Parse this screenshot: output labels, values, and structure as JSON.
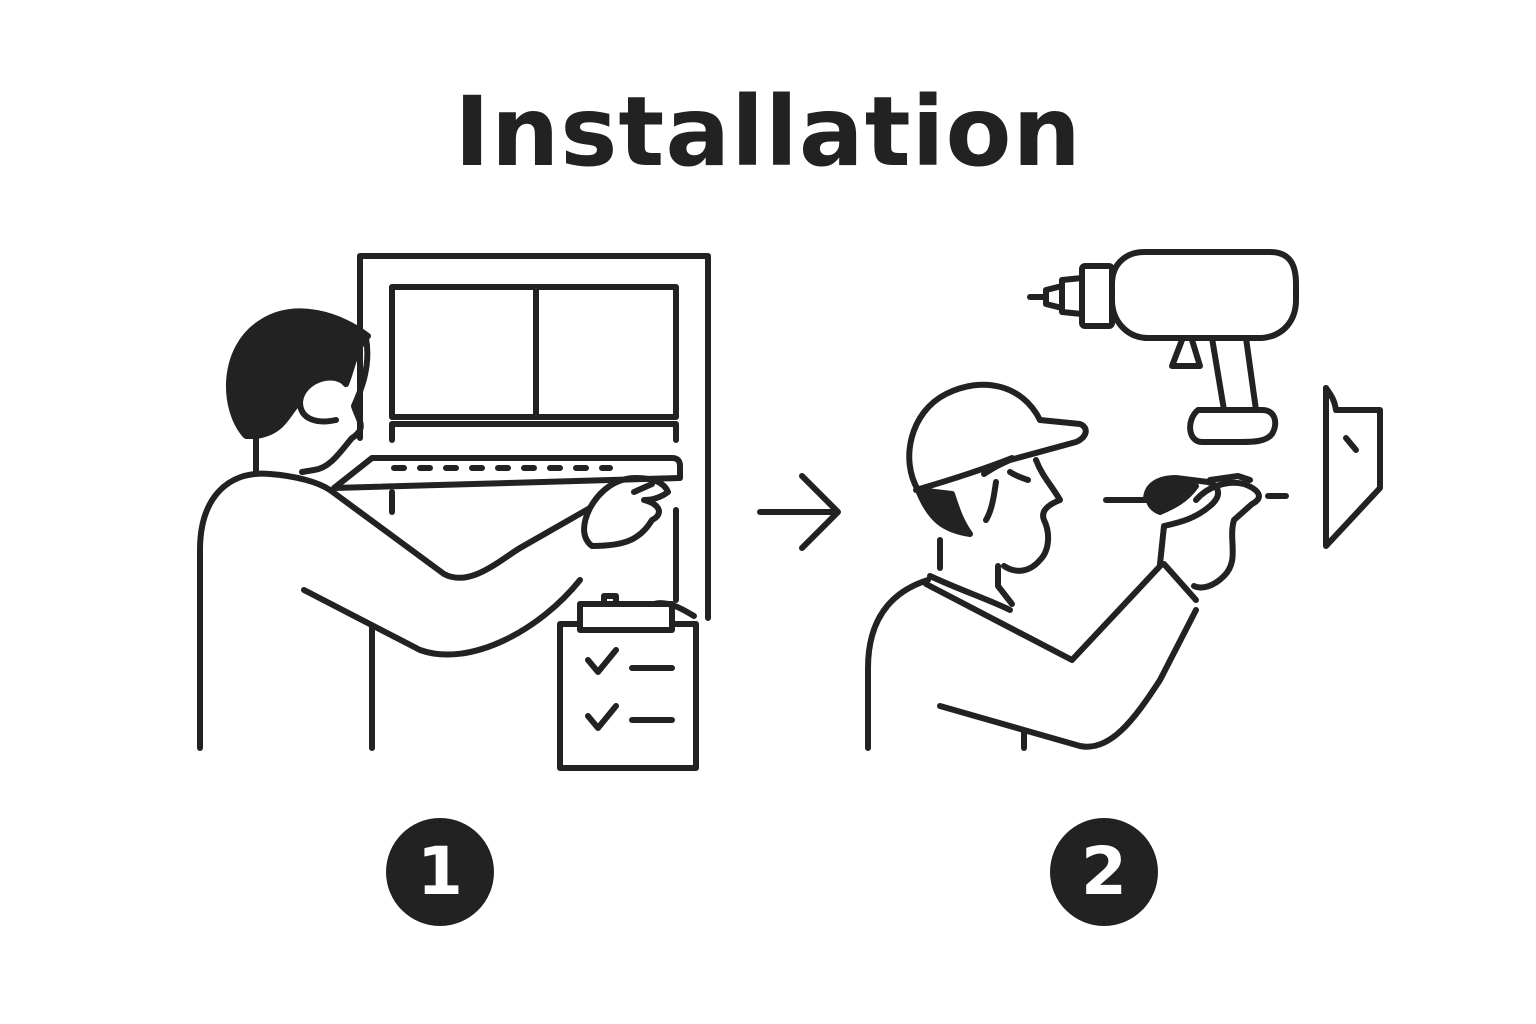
{
  "title": "Installation",
  "steps": [
    {
      "number": "1"
    },
    {
      "number": "2"
    }
  ],
  "icons": {
    "step1": [
      "person-icon",
      "window-frame-icon",
      "measuring-tape-icon",
      "checklist-clipboard-icon"
    ],
    "step2": [
      "worker-with-cap-icon",
      "power-drill-icon",
      "screwdriver-icon",
      "wall-bracket-icon"
    ],
    "connector": "arrow-right-icon"
  },
  "colors": {
    "ink": "#222222",
    "background": "#ffffff"
  }
}
